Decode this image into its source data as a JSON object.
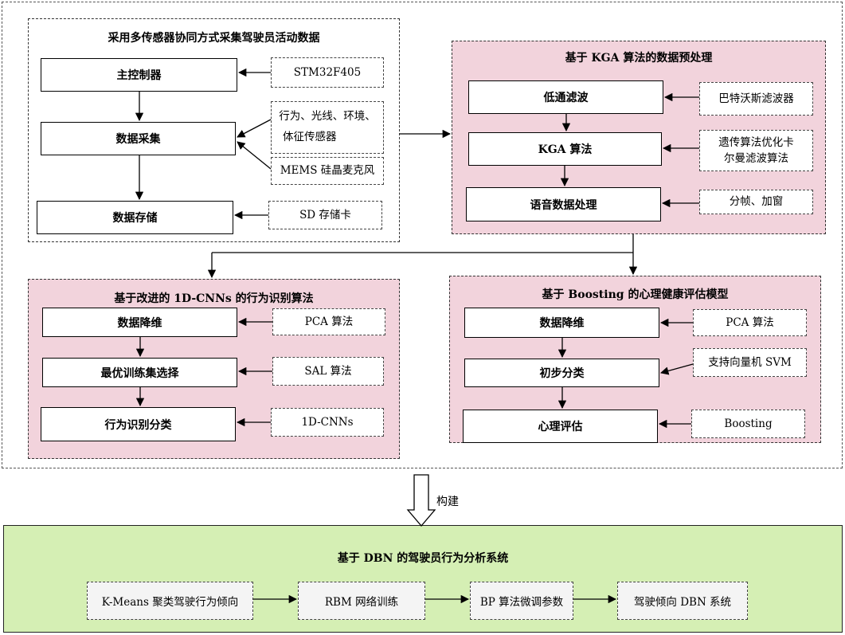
{
  "acquisition": {
    "title": "采用多传感器协同方式采集驾驶员活动数据",
    "boxes": [
      "主控制器",
      "数据采集",
      "数据存储"
    ],
    "inputs": {
      "mcu": "STM32F405",
      "sensors_line1": "行为、光线、环境、",
      "sensors_line2": "体征传感器",
      "mic": "MEMS 硅晶麦克风",
      "sd": "SD 存储卡"
    }
  },
  "preprocess": {
    "title": "基于 KGA 算法的数据预处理",
    "boxes": [
      "低通滤波",
      "KGA 算法",
      "语音数据处理"
    ],
    "inputs": {
      "butterworth": "巴特沃斯滤波器",
      "ga_line1": "遗传算法优化卡",
      "ga_line2": "尔曼滤波算法",
      "framing": "分帧、加窗"
    }
  },
  "behavior": {
    "title": "基于改进的 1D-CNNs 的行为识别算法",
    "boxes": [
      "数据降维",
      "最优训练集选择",
      "行为识别分类"
    ],
    "inputs": [
      "PCA 算法",
      "SAL 算法",
      "1D-CNNs"
    ]
  },
  "psych": {
    "title": "基于 Boosting 的心理健康评估模型",
    "boxes": [
      "数据降维",
      "初步分类",
      "心理评估"
    ],
    "inputs": [
      "PCA 算法",
      "支持向量机 SVM",
      "Boosting"
    ]
  },
  "build_label": "构建",
  "dbn": {
    "title": "基于 DBN 的驾驶员行为分析系统",
    "steps": [
      "K-Means 聚类驾驶行为倾向",
      "RBM 网络训练",
      "BP 算法微调参数",
      "驾驶倾向 DBN 系统"
    ]
  }
}
